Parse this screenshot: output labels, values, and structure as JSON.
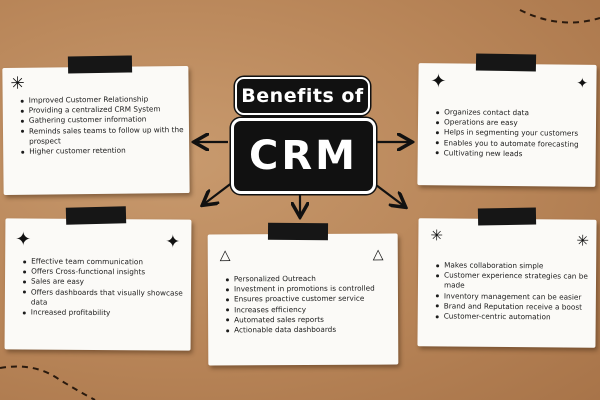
{
  "title": {
    "line1": "Benefits of",
    "line2": "CRM"
  },
  "cards": {
    "top_left": {
      "items": [
        "Improved Customer Relationship",
        "Providing a centralized CRM System",
        "Gathering customer information",
        "Reminds sales teams to follow up with the prospect",
        "Higher customer retention"
      ]
    },
    "top_right": {
      "items": [
        "Organizes contact data",
        "Operations are easy",
        "Helps in segmenting your customers",
        "Enables you to automate forecasting",
        "Cultivating new leads"
      ]
    },
    "bottom_left": {
      "items": [
        "Effective team communication",
        "Offers Cross-functional insights",
        "Sales are easy",
        "Offers dashboards that visually showcase data",
        "Increased profitability"
      ]
    },
    "bottom_center": {
      "items": [
        "Personalized Outreach",
        "Investment in promotions is controlled",
        "Ensures proactive customer service",
        "Increases efficiency",
        "Automated sales reports",
        "Actionable data dashboards"
      ]
    },
    "bottom_right": {
      "items": [
        "Makes collaboration simple",
        "Customer experience strategies can be made",
        "Inventory management can be easier",
        "Brand and Reputation receive a boost",
        "Customer-centric automation"
      ]
    }
  },
  "icons": [
    "asterisk-icon",
    "sparkle-icon",
    "triangle-icon",
    "arrow-icon",
    "tape-strip"
  ],
  "colors": {
    "background": "#b88558",
    "note": "#fbfaf7",
    "tape": "#161616",
    "title_box": "#111111",
    "text": "#1c1c1c"
  }
}
